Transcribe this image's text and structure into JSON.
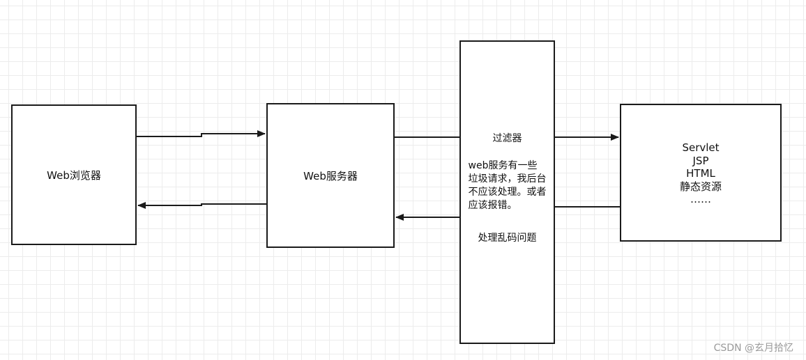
{
  "nodes": {
    "browser": "Web浏览器",
    "webserver": "Web服务器",
    "filter": {
      "title": "过滤器",
      "description": "web服务有一些垃圾请求，我后台不应该处理。或者应该报错。",
      "extra": "处理乱码问题"
    },
    "resources": [
      "Servlet",
      "JSP",
      "HTML",
      "静态资源",
      "……"
    ]
  },
  "watermark": "CSDN @玄月拾忆"
}
